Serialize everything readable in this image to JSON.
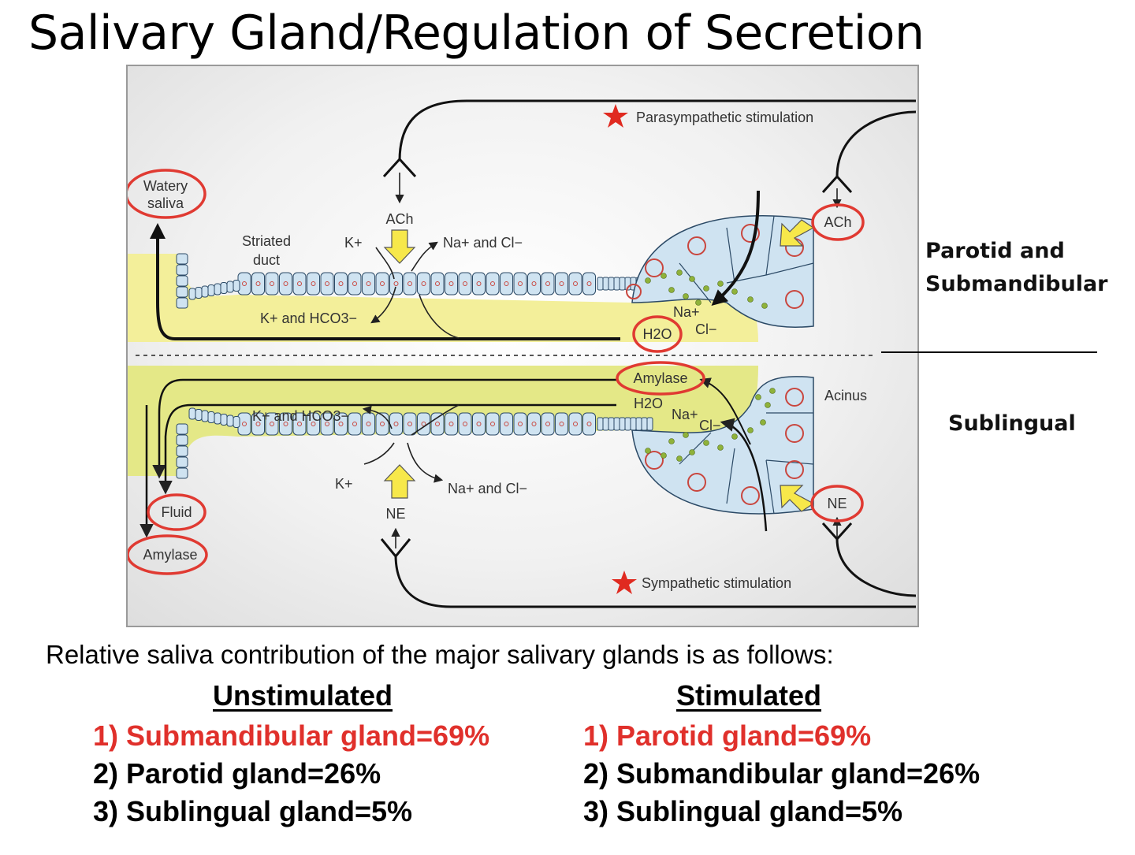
{
  "title": "Salivary Gland/Regulation of Secretion",
  "diagram": {
    "labels": {
      "parasympathetic": "Parasympathetic stimulation",
      "sympathetic": "Sympathetic stimulation",
      "watery_saliva_line1": "Watery",
      "watery_saliva_line2": "saliva",
      "striated_duct_line1": "Striated",
      "striated_duct_line2": "duct",
      "ach_top": "ACh",
      "ach_right": "ACh",
      "k_top": "K+",
      "na_cl_top": "Na+ and Cl−",
      "k_hco3_top": "K+ and HCO3−",
      "na_top": "Na+",
      "cl_top": "Cl−",
      "h2o_top": "H2O",
      "amylase_center": "Amylase",
      "h2o_bottom": "H2O",
      "na_bottom": "Na+",
      "cl_bottom": "Cl−",
      "acinus": "Acinus",
      "k_hco3_bottom": "K+ and HCO3−",
      "k_bottom": "K+",
      "na_cl_bottom": "Na+ and Cl−",
      "ne_left": "NE",
      "ne_right": "NE",
      "fluid": "Fluid",
      "amylase_left": "Amylase"
    },
    "colors": {
      "highlight_ring": "#e03a32",
      "lumen": "#f3ef9a",
      "lumen_bottom": "#e6e98a",
      "cell_fill": "#cfe3f1",
      "cell_stroke": "#2c4a66",
      "nucleus": "#c9463e",
      "arrow_fill": "#f7e84a",
      "granule": "#8fb23a"
    },
    "side_labels": {
      "top_line1": "Parotid and",
      "top_line2": "Submandibular",
      "bottom": "Sublingual"
    }
  },
  "caption": "Relative saliva contribution of the major salivary glands is as follows:",
  "unstimulated": {
    "heading": "Unstimulated",
    "items": [
      "1) Submandibular gland=69%",
      "2) Parotid gland=26%",
      "3) Sublingual gland=5%"
    ]
  },
  "stimulated": {
    "heading": "Stimulated",
    "items": [
      "1) Parotid gland=69%",
      "2) Submandibular gland=26%",
      "3) Sublingual gland=5%"
    ]
  }
}
